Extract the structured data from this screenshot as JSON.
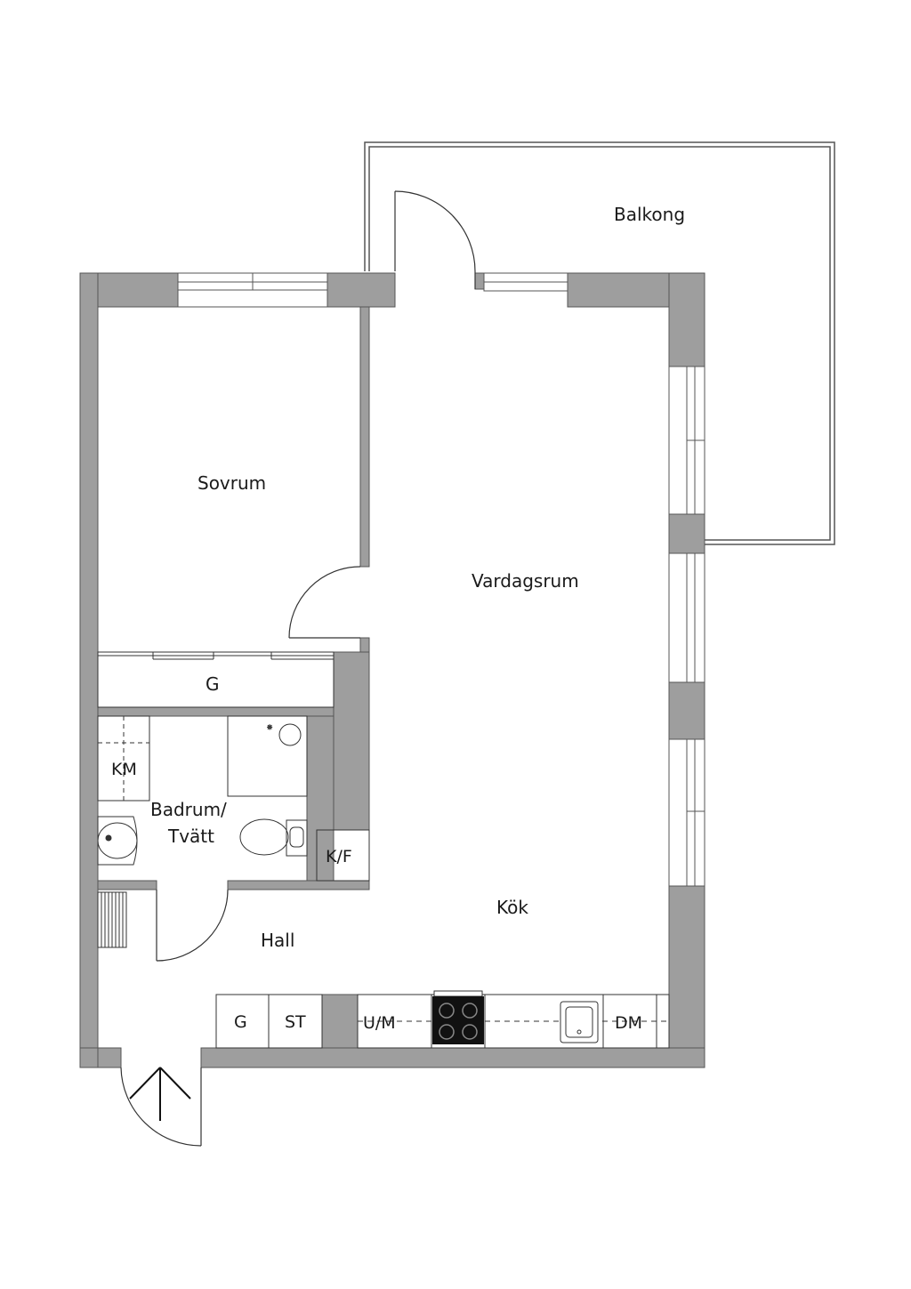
{
  "rooms": {
    "balcony": "Balkong",
    "bedroom": "Sovrum",
    "living_room": "Vardagsrum",
    "wardrobe_bedroom": "G",
    "washer_dryer": "KM",
    "bathroom_line1": "Badrum/",
    "bathroom_line2": "Tvätt",
    "fridge_freezer": "K/F",
    "kitchen": "Kök",
    "hall": "Hall",
    "wardrobe_hall": "G",
    "storage": "ST",
    "oven_microwave": "U/M",
    "dishwasher": "DM"
  },
  "colors": {
    "wall": "#9e9e9e",
    "line": "#333333",
    "background": "#ffffff",
    "stove": "#111111"
  }
}
